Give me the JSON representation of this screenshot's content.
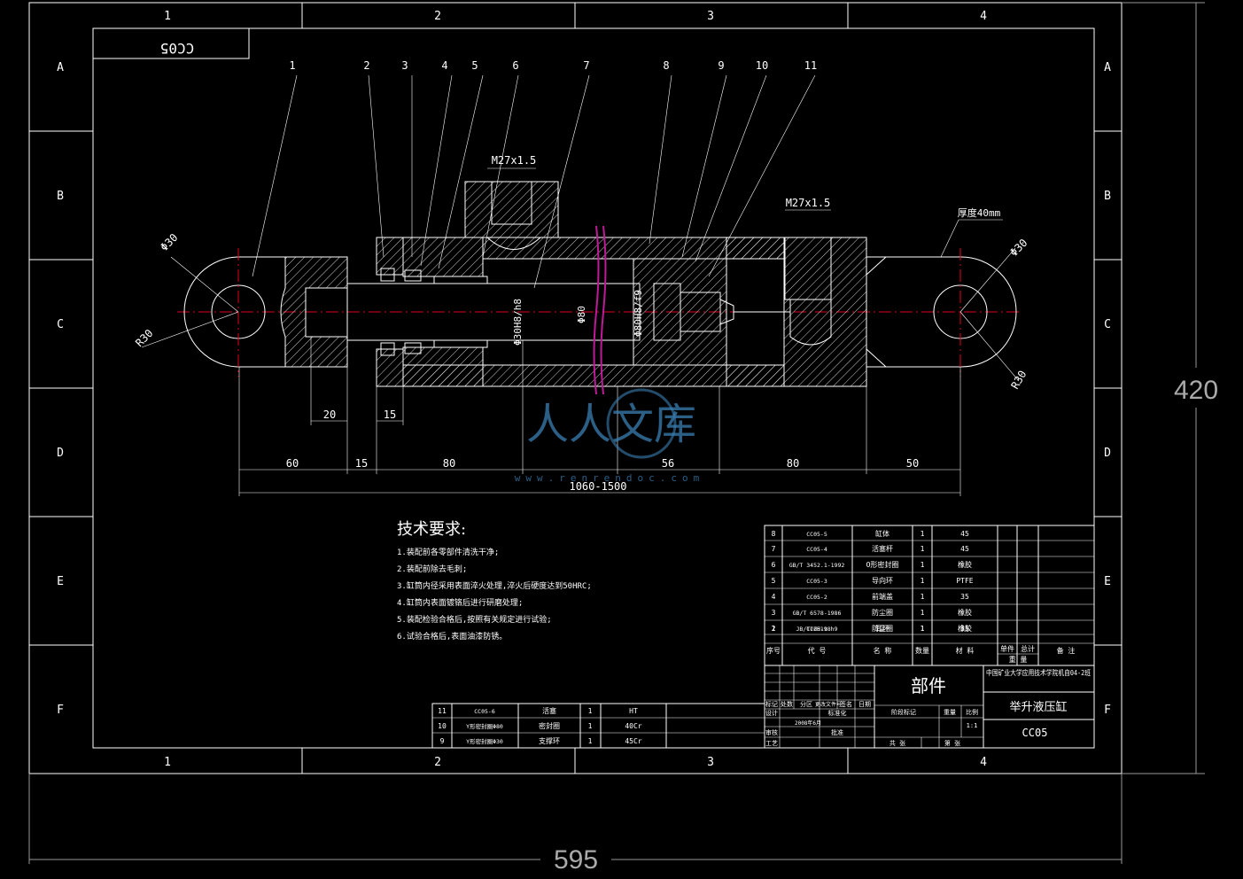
{
  "sheet": {
    "code_stamp": "CC05",
    "size_width": "595",
    "size_height": "420",
    "zones_cols": [
      "1",
      "2",
      "3",
      "4"
    ],
    "zones_rows": [
      "A",
      "B",
      "C",
      "D",
      "E",
      "F"
    ]
  },
  "callouts": [
    "1",
    "2",
    "3",
    "4",
    "5",
    "6",
    "7",
    "8",
    "9",
    "10",
    "11"
  ],
  "annotations": {
    "thread_left": "M27x1.5",
    "thread_right": "M27x1.5",
    "thickness": "厚度40mm",
    "phi30_left": "Φ30",
    "r30_left": "R30",
    "phi30_right": "Φ30",
    "r30_right": "R30",
    "fit1": "Φ30H8/h8",
    "fit2": "Φ80",
    "fit3": "Φ80H8/f9"
  },
  "dimensions": {
    "d20": "20",
    "d15a": "15",
    "d60": "60",
    "d15b": "15",
    "d80a": "80",
    "d56": "56",
    "d80b": "80",
    "d50": "50",
    "total": "1060-1500"
  },
  "tech": {
    "title": "技术要求:",
    "items": [
      "1.装配前各零部件清洗干净;",
      "2.装配前除去毛刺;",
      "3.缸筒内径采用表面淬火处理,淬火后硬度达到50HRC;",
      "4.缸筒内表面镀铬后进行研磨处理;",
      "5.装配检验合格后,按照有关规定进行试验;",
      "6.试验合格后,表面油漆防锈。"
    ]
  },
  "bom_main": [
    {
      "no": "8",
      "code": "CC05-5",
      "name": "缸体",
      "qty": "1",
      "mat": "45"
    },
    {
      "no": "7",
      "code": "CC05-4",
      "name": "活塞杆",
      "qty": "1",
      "mat": "45"
    },
    {
      "no": "6",
      "code": "GB/T 3452.1-1992",
      "name": "O形密封圈",
      "qty": "1",
      "mat": "橡胶"
    },
    {
      "no": "5",
      "code": "CC05-3",
      "name": "导向环",
      "qty": "1",
      "mat": "PTFE"
    },
    {
      "no": "4",
      "code": "CC05-2",
      "name": "前端盖",
      "qty": "1",
      "mat": "35"
    },
    {
      "no": "3",
      "code": "GB/T 6578-1986",
      "name": "防尘圈",
      "qty": "1",
      "mat": "橡胶"
    },
    {
      "no": "2",
      "code": "JB/T7ZH198h9",
      "name": "防尘圈",
      "qty": "1",
      "mat": "橡胶"
    },
    {
      "no": "1",
      "code": "CC05-1",
      "name": "耳环",
      "qty": "1",
      "mat": "35"
    }
  ],
  "bom_header": {
    "no": "序号",
    "code": "代 号",
    "name": "名 称",
    "qty": "数量",
    "mat": "材 料",
    "unit": "单件",
    "total": "总计",
    "weight": "重 量",
    "note": "备 注"
  },
  "bom_lower": [
    {
      "no": "11",
      "code": "CC05-6",
      "name": "活塞",
      "qty": "1",
      "mat": "HT"
    },
    {
      "no": "10",
      "code": "Y形密封圈Φ80",
      "name": "密封圈",
      "qty": "1",
      "mat": "40Cr"
    },
    {
      "no": "9",
      "code": "Y形密封圈Φ30",
      "name": "支撑环",
      "qty": "1",
      "mat": "45Cr"
    }
  ],
  "title_block": {
    "part": "部件",
    "school": "中国矿业大学应用技术学院机自04-2班",
    "drawing_name": "举升液压缸",
    "drawing_code": "CC05",
    "labels": [
      "标记",
      "处数",
      "分区",
      "更改文件号",
      "签名",
      "日期",
      "设计",
      "标准化",
      "审核",
      "工艺",
      "批准",
      "阶段标记",
      "重量",
      "比例",
      "共 张",
      "第 张"
    ],
    "date": "2008年6月",
    "scale": "1:1"
  },
  "watermark": {
    "main": "人人文库",
    "sub": "www.renrendoc.com"
  }
}
